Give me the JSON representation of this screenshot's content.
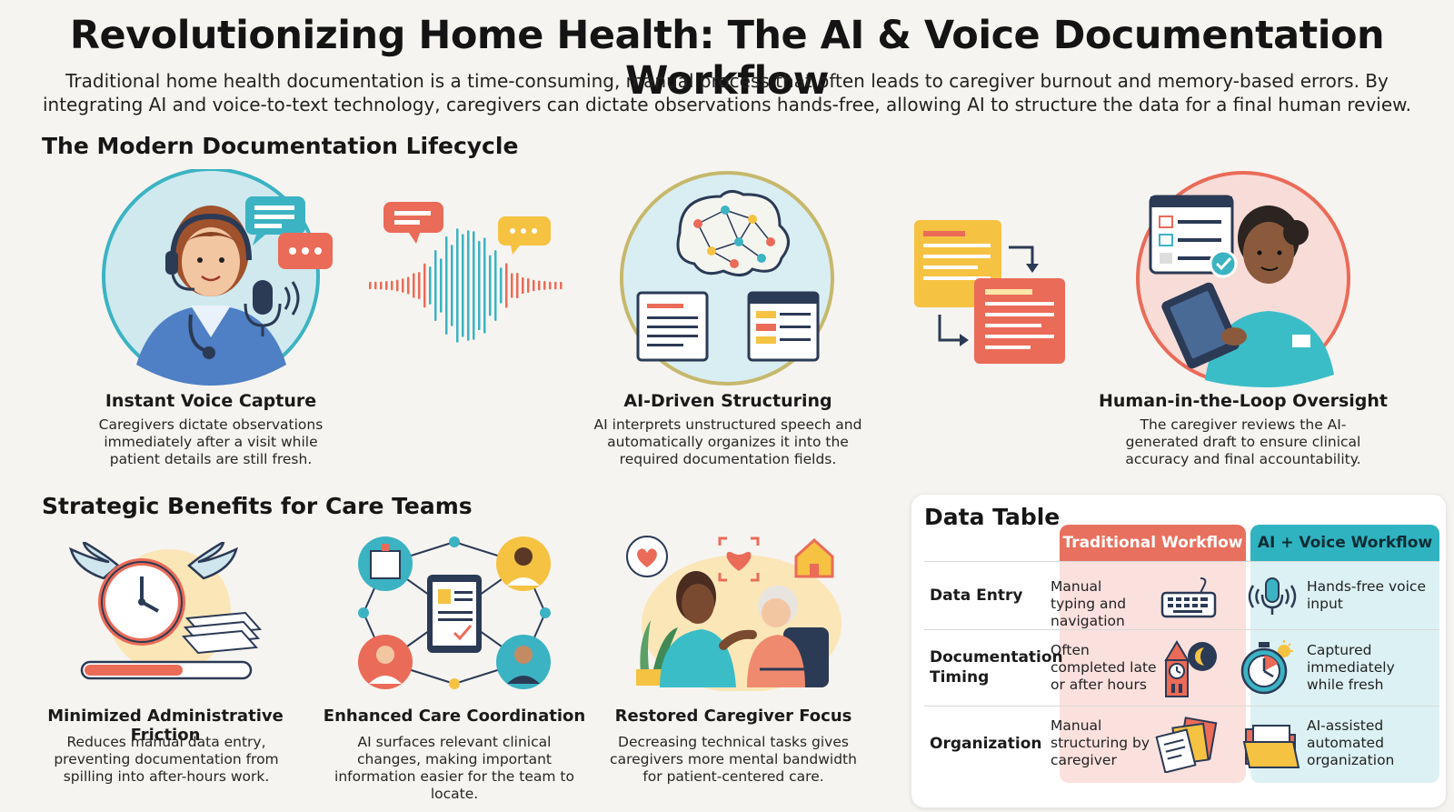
{
  "title": "Revolutionizing Home Health: The AI & Voice Documentation Workflow",
  "intro": "Traditional home health documentation is a time-consuming, manual process that often leads to caregiver burnout and memory-based errors. By integrating AI and voice-to-text technology, caregivers can dictate observations hands-free, allowing AI to structure the data for a final human review.",
  "lifecycle": {
    "heading": "The Modern Documentation Lifecycle",
    "steps": [
      {
        "title": "Instant Voice Capture",
        "desc": "Caregivers dictate observations immediately after a visit while patient details are still fresh."
      },
      {
        "title": "AI-Driven Structuring",
        "desc": "AI interprets unstructured speech and automatically organizes it into the required documentation fields."
      },
      {
        "title": "Human-in-the-Loop Oversight",
        "desc": "The caregiver reviews the AI-generated draft to ensure clinical accuracy and final accountability."
      }
    ]
  },
  "benefits": {
    "heading": "Strategic Benefits for Care Teams",
    "items": [
      {
        "title": "Minimized Administrative Friction",
        "desc": "Reduces manual data entry, preventing documentation from spilling into after-hours work.",
        "progress": 0.6
      },
      {
        "title": "Enhanced Care Coordination",
        "desc": "AI surfaces relevant clinical changes, making important information easier for the team to locate."
      },
      {
        "title": "Restored Caregiver Focus",
        "desc": "Decreasing technical tasks gives caregivers more mental bandwidth for patient-centered care."
      }
    ]
  },
  "table": {
    "title": "Data Table",
    "columns": [
      "Traditional Workflow",
      "AI + Voice Workflow"
    ],
    "rows": [
      {
        "label": "Data Entry",
        "traditional": "Manual typing and navigation",
        "ai": "Hands-free voice input"
      },
      {
        "label": "Documentation Timing",
        "traditional": "Often completed late or after hours",
        "ai": "Captured immediately while fresh"
      },
      {
        "label": "Organization",
        "traditional": "Manual structuring by caregiver",
        "ai": "AI-assisted automated organization"
      }
    ]
  },
  "colors": {
    "coral": "#e8705f",
    "teal": "#30b3c1",
    "yellow": "#f5c242",
    "navy": "#2b3a55"
  },
  "icons": [
    "caregiver-headset-icon",
    "voice-waveform-icon",
    "ai-brain-icon",
    "document-transform-icon",
    "nurse-tablet-icon",
    "winged-clock-icon",
    "care-network-icon",
    "caregiver-patient-icon",
    "keyboard-icon",
    "microphone-icon",
    "clock-tower-icon",
    "stopwatch-icon",
    "paper-stack-icon",
    "folder-icon"
  ]
}
